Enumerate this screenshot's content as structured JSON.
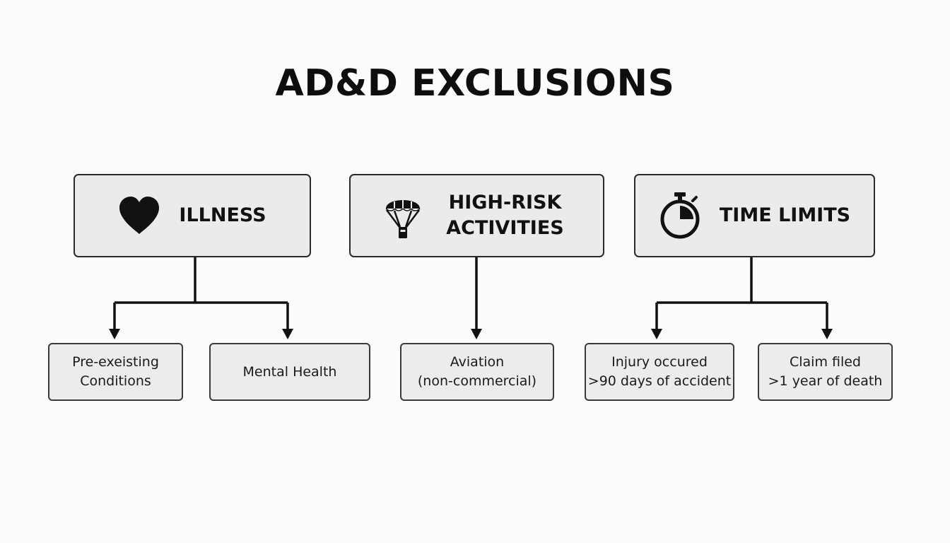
{
  "title": "AD&D EXCLUSIONS",
  "categories": [
    {
      "label": "ILLNESS",
      "icon": "heart-icon",
      "children": [
        {
          "lines": [
            "Pre-exeisting",
            "Conditions"
          ]
        },
        {
          "lines": [
            "Mental Health"
          ]
        }
      ]
    },
    {
      "label_lines": [
        "HIGH-RISK",
        "ACTIVITIES"
      ],
      "icon": "parachute-icon",
      "children": [
        {
          "lines": [
            "Aviation",
            "(non-commercial)"
          ]
        }
      ]
    },
    {
      "label": "TIME LIMITS",
      "icon": "stopwatch-icon",
      "children": [
        {
          "lines": [
            "Injury occured",
            ">90 days of accident"
          ]
        },
        {
          "lines": [
            "Claim filed",
            ">1 year of death"
          ]
        }
      ]
    }
  ],
  "colors": {
    "background": "#fcfcfc",
    "box_fill": "#ebebeb",
    "border": "#2a2a2a",
    "text": "#111111"
  }
}
